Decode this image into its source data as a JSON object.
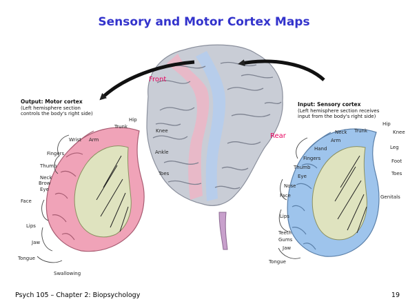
{
  "slide": {
    "title": "Sensory and Motor Cortex Maps",
    "footer": "Psych 105 – Chapter 2: Biopsychology",
    "page_number": "19"
  },
  "figure": {
    "brain_labels": {
      "front": "Front",
      "rear": "Rear"
    },
    "motor": {
      "heading": "Output: Motor cortex",
      "subheading": "(Left hemisphere section",
      "subheading2": "controls the body's right side)",
      "parts": {
        "trunk": "Trunk",
        "hip": "Hip",
        "knee": "Knee",
        "wrist": "Wrist",
        "arm": "Arm",
        "ankle": "Ankle",
        "fingers": "Fingers",
        "thumb": "Thumb",
        "toes": "Toes",
        "neck": "Neck",
        "brow": "Brow",
        "eye": "Eye",
        "face": "Face",
        "lips": "Lips",
        "jaw": "Jaw",
        "tongue": "Tongue",
        "swallowing": "Swallowing"
      },
      "color": "#f0a3b8"
    },
    "sensory": {
      "heading": "Input: Sensory cortex",
      "subheading": "(Left hemisphere section receives",
      "subheading2": "input from the body's right side)",
      "parts": {
        "trunk": "Trunk",
        "hip": "Hip",
        "knee": "Knee",
        "neck": "Neck",
        "arm": "Arm",
        "hand": "Hand",
        "leg": "Leg",
        "fingers": "Fingers",
        "thumb": "Thumb",
        "foot": "Foot",
        "eye": "Eye",
        "toes": "Toes",
        "nose": "Nose",
        "face": "Face",
        "genitals": "Genitals",
        "lips": "Lips",
        "teeth": "Teeth",
        "gums": "Gums",
        "jaw": "Jaw",
        "tongue": "Tongue"
      },
      "color": "#9ec4ec"
    }
  }
}
